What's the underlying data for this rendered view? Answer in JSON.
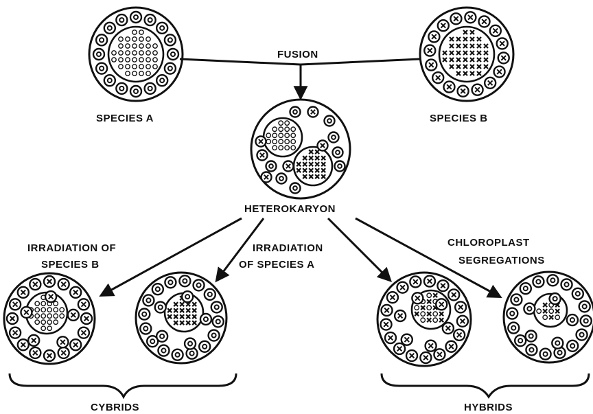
{
  "labels": {
    "fusion": "FUSION",
    "species_a": "SPECIES  A",
    "species_b": "SPECIES  B",
    "heterokaryon": "HETEROKARYON",
    "irr_b_line1": "IRRADIATION  OF",
    "irr_b_line2": "SPECIES  B",
    "irr_a_line1": "IRRADIATION",
    "irr_a_line2": "OF  SPECIES  A",
    "chloro_line1": "CHLOROPLAST",
    "chloro_line2": "SEGREGATIONS",
    "cybrids": "CYBRIDS",
    "hybrids": "HYBRIDS"
  },
  "colors": {
    "ink": "#111111",
    "paper": "#ffffff"
  }
}
